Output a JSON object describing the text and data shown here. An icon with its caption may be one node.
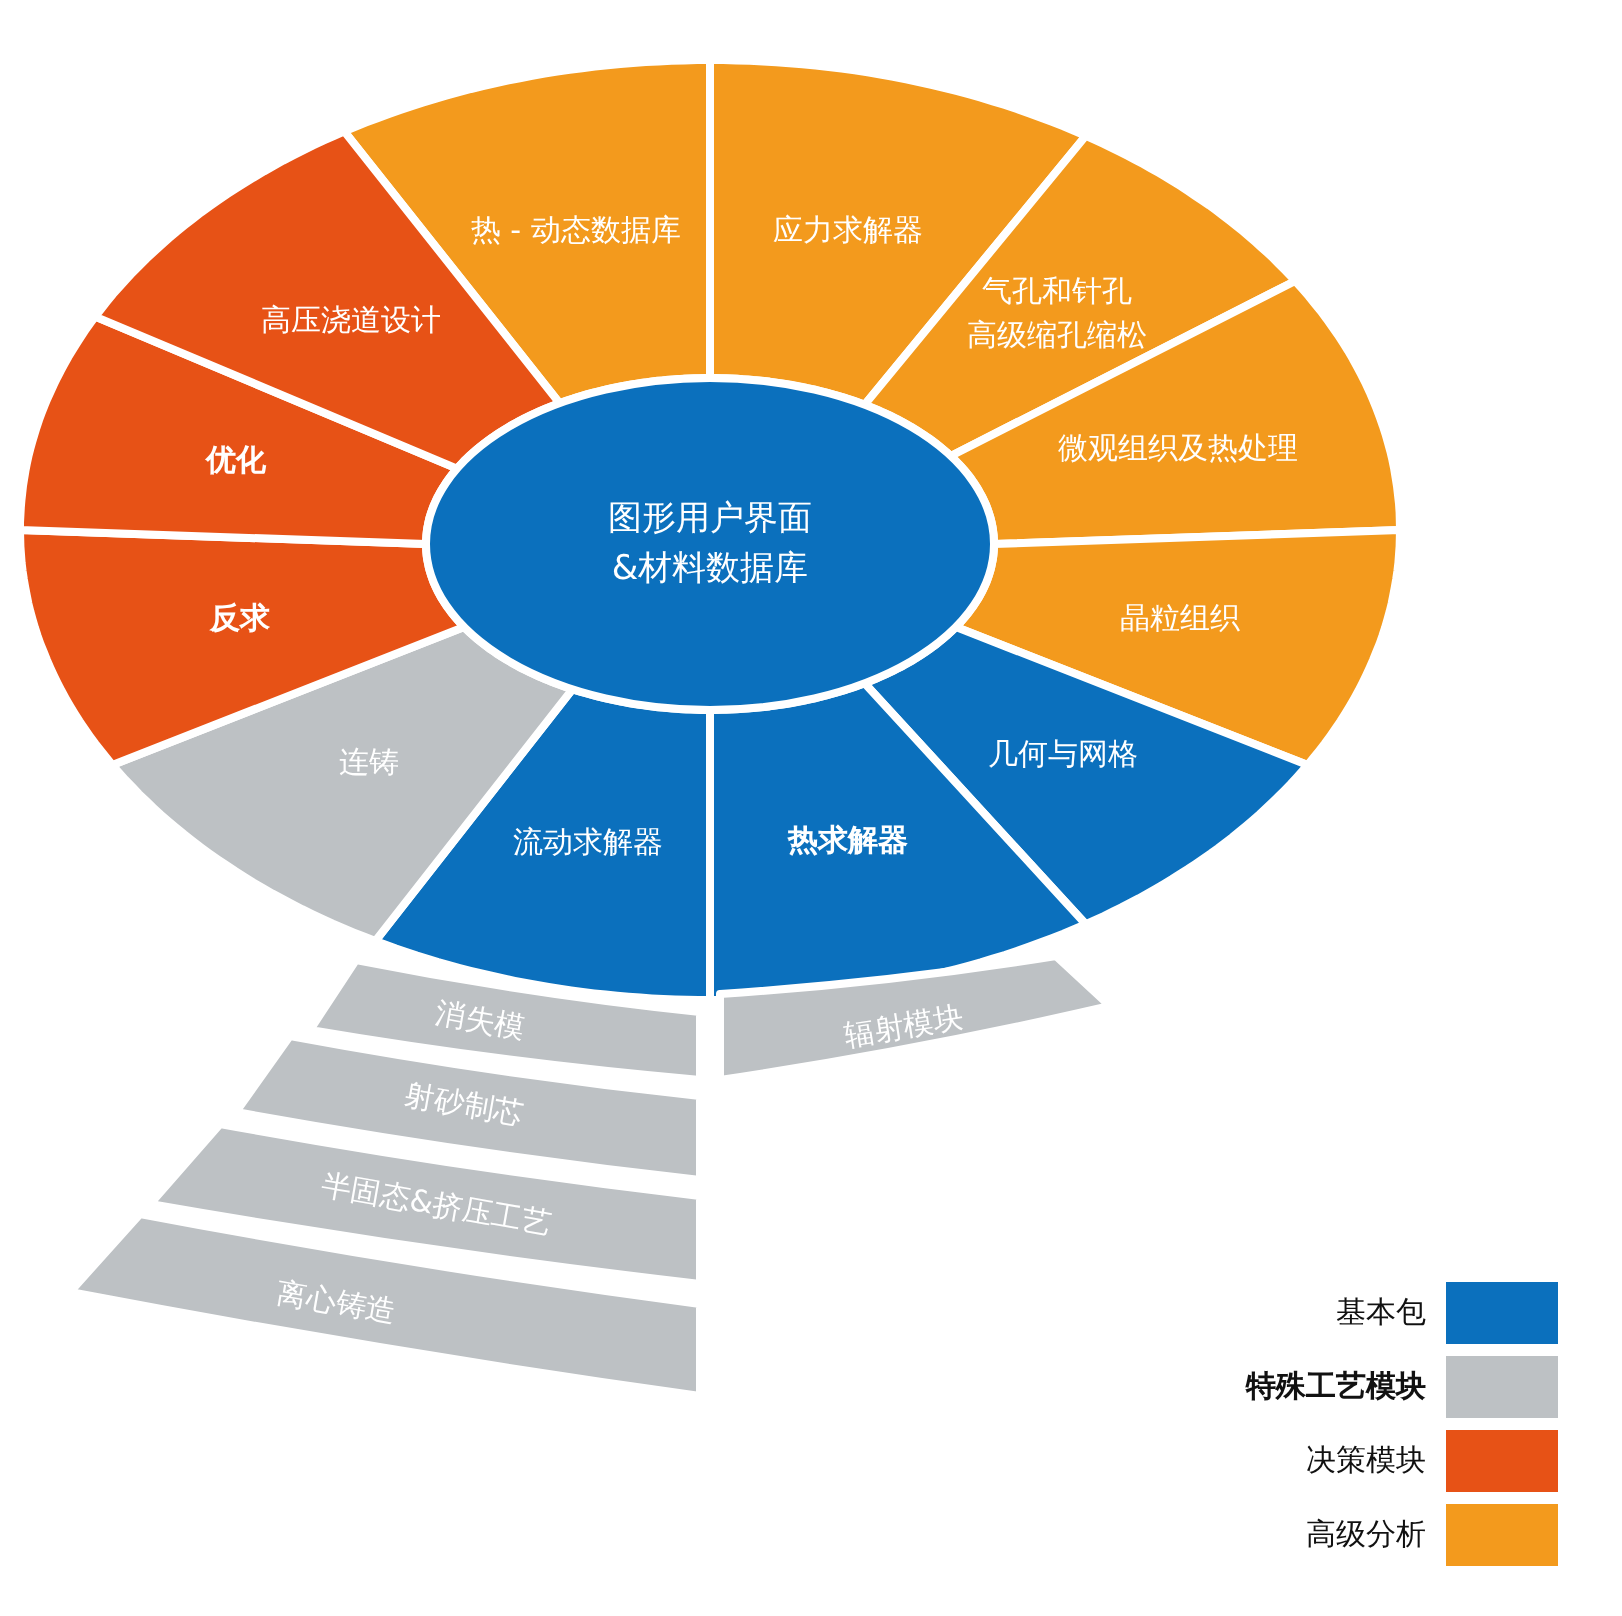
{
  "diagram": {
    "nodes": [
      {
        "text": [
          "图形用户界面",
          "&材料数据库"
        ]
      },
      {
        "text": [
          "热 - 动态数据库"
        ]
      },
      {
        "text": [
          "应力求解器"
        ]
      },
      {
        "text": [
          "气孔和针孔",
          "高级缩孔缩松"
        ]
      },
      {
        "text": [
          "微观组织及热处理"
        ]
      },
      {
        "text": [
          "晶粒组织"
        ]
      },
      {
        "text": [
          "几何与网格"
        ]
      },
      {
        "text": [
          "热求解器"
        ]
      },
      {
        "text": [
          "流动求解器"
        ]
      },
      {
        "text": [
          "连铸"
        ]
      },
      {
        "text": [
          "反求"
        ]
      },
      {
        "text": [
          "优化"
        ]
      },
      {
        "text": [
          "高压浇道设计"
        ]
      },
      {
        "text": [
          "辐射模块"
        ]
      },
      {
        "text": [
          "消失模"
        ]
      },
      {
        "text": [
          "射砂制芯"
        ]
      },
      {
        "text": [
          "半固态&挤压工艺"
        ]
      },
      {
        "text": [
          "离心铸造"
        ]
      }
    ],
    "legend": [
      {
        "text": "基本包",
        "color": "#0b70bd"
      },
      {
        "text": "特殊工艺模块",
        "color": "#bdc1c4"
      },
      {
        "text": "决策模块",
        "color": "#e75216"
      },
      {
        "text": "高级分析",
        "color": "#f39a1d"
      }
    ]
  }
}
